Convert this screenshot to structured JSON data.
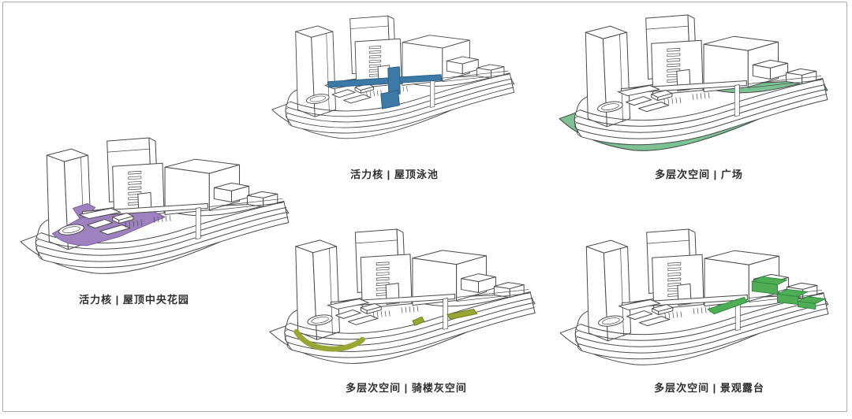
{
  "page": {
    "background": "#ffffff",
    "frame_border_color": "#ababab"
  },
  "colors": {
    "line": "#4a4a4a",
    "pool_blue": "#3c79a6",
    "plaza_green": "#7cc193",
    "garden_purple": "#9d82bf",
    "arcade_olive": "#98a733",
    "terrace_green": "#4fae55"
  },
  "figures": [
    {
      "id": "roof-pool",
      "caption": "活力核 | 屋顶泳池",
      "highlight": "pool_blue"
    },
    {
      "id": "plaza",
      "caption": "多层次空间 | 广场",
      "highlight": "plaza_green"
    },
    {
      "id": "central-garden",
      "caption": "活力核 | 屋顶中央花园",
      "highlight": "garden_purple"
    },
    {
      "id": "arcade-space",
      "caption": "多层次空间 | 骑楼灰空间",
      "highlight": "arcade_olive"
    },
    {
      "id": "view-terrace",
      "caption": "多层次空间 | 景观露台",
      "highlight": "terrace_green"
    }
  ]
}
